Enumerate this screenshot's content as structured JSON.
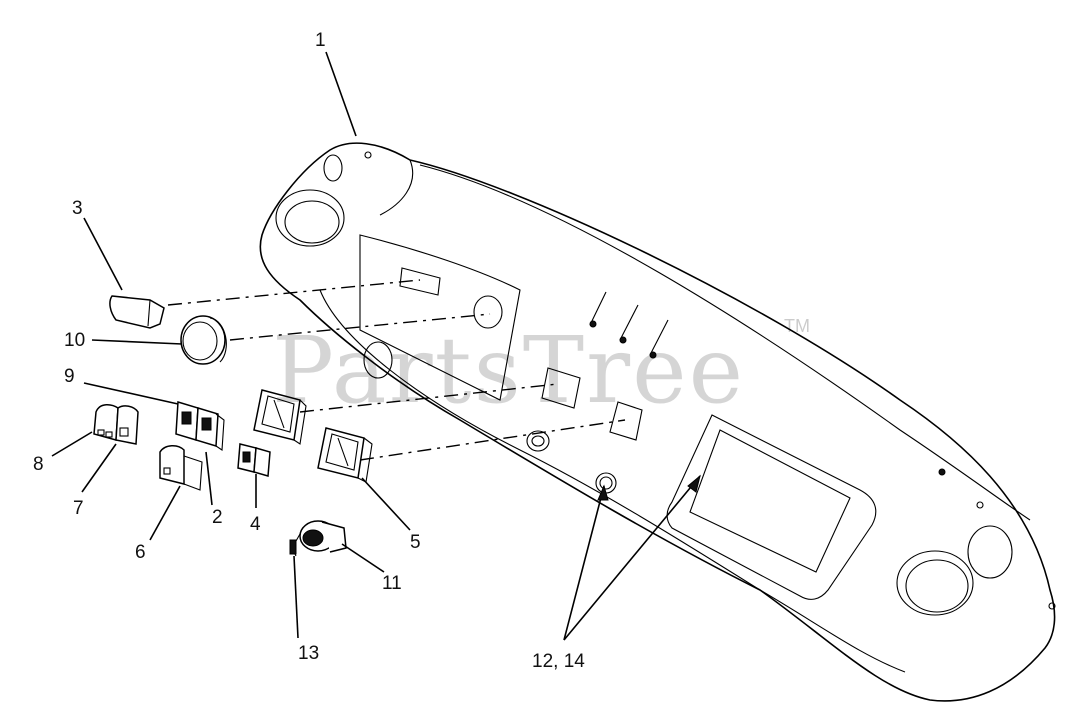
{
  "watermark": {
    "text": "PartsTree",
    "trademark": "TM"
  },
  "callouts": {
    "c1": "1",
    "c2": "2",
    "c3": "3",
    "c4": "4",
    "c5": "5",
    "c6": "6",
    "c7": "7",
    "c8": "8",
    "c9": "9",
    "c10": "10",
    "c11": "11",
    "c12_14": "12, 14",
    "c13": "13"
  }
}
